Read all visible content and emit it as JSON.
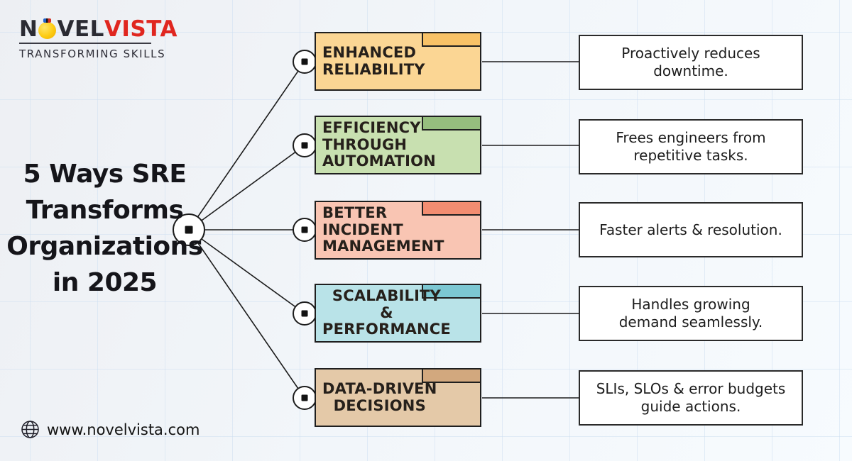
{
  "brand": {
    "novel_prefix": "N",
    "novel_suffix": "VEL",
    "vista": "VISTA",
    "vista_color": "#e0261f",
    "tagline": "TRANSFORMING SKILLS"
  },
  "title": "5 Ways SRE\nTransforms\nOrganizations\nin 2025",
  "rows": [
    {
      "title": "ENHANCED\nRELIABILITY",
      "align": "left",
      "fill": "#fbd694",
      "tab": "#f8c267",
      "desc": "Proactively reduces\ndowntime."
    },
    {
      "title": "EFFICIENCY\nTHROUGH\nAUTOMATION",
      "align": "left",
      "fill": "#c8e0b0",
      "tab": "#96be7e",
      "desc": "Frees engineers from\nrepetitive tasks."
    },
    {
      "title": "BETTER\nINCIDENT\nMANAGEMENT",
      "align": "left",
      "fill": "#f9c5b3",
      "tab": "#f28d71",
      "desc": "Faster alerts & resolution."
    },
    {
      "title": "SCALABILITY\n&\nPERFORMANCE",
      "align": "center",
      "fill": "#b9e3e8",
      "tab": "#7cc7d2",
      "desc": "Handles growing\ndemand seamlessly."
    },
    {
      "title": "DATA-DRIVEN\nDECISIONS",
      "align": "center",
      "fill": "#e4c9a8",
      "tab": "#d2a87e",
      "desc": "SLIs, SLOs & error budgets\nguide actions."
    }
  ],
  "diagram": {
    "line_color": "#1c1c1c",
    "node_fill": "#ffffff"
  },
  "footer": {
    "website": "www.novelvista.com"
  }
}
